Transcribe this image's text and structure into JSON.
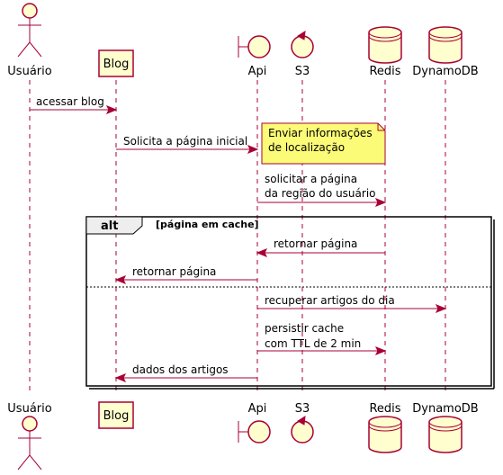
{
  "participants": {
    "usuario": "Usuário",
    "blog": "Blog",
    "api": "Api",
    "s3": "S3",
    "redis": "Redis",
    "dynamodb": "DynamoDB"
  },
  "messages": [
    {
      "lines": [
        "acessar blog"
      ],
      "from": "usuario",
      "to": "blog"
    },
    {
      "lines": [
        "Solicita a página inicial"
      ],
      "from": "blog",
      "to": "api"
    },
    {
      "lines": [
        "solicitar a página",
        "da região do usuário"
      ],
      "from": "api",
      "to": "redis"
    },
    {
      "lines": [
        "retornar página"
      ],
      "from": "redis",
      "to": "api"
    },
    {
      "lines": [
        "retornar página"
      ],
      "from": "api",
      "to": "blog"
    },
    {
      "lines": [
        "recuperar artigos do dia"
      ],
      "from": "api",
      "to": "dynamodb"
    },
    {
      "lines": [
        "persistir cache",
        "com TTL de 2 min"
      ],
      "from": "api",
      "to": "redis"
    },
    {
      "lines": [
        "dados dos artigos"
      ],
      "from": "api",
      "to": "blog"
    }
  ],
  "note": {
    "lines": [
      "Enviar informações",
      "de localização"
    ]
  },
  "alt": {
    "keyword": "alt",
    "condition": "[página em cache]"
  }
}
